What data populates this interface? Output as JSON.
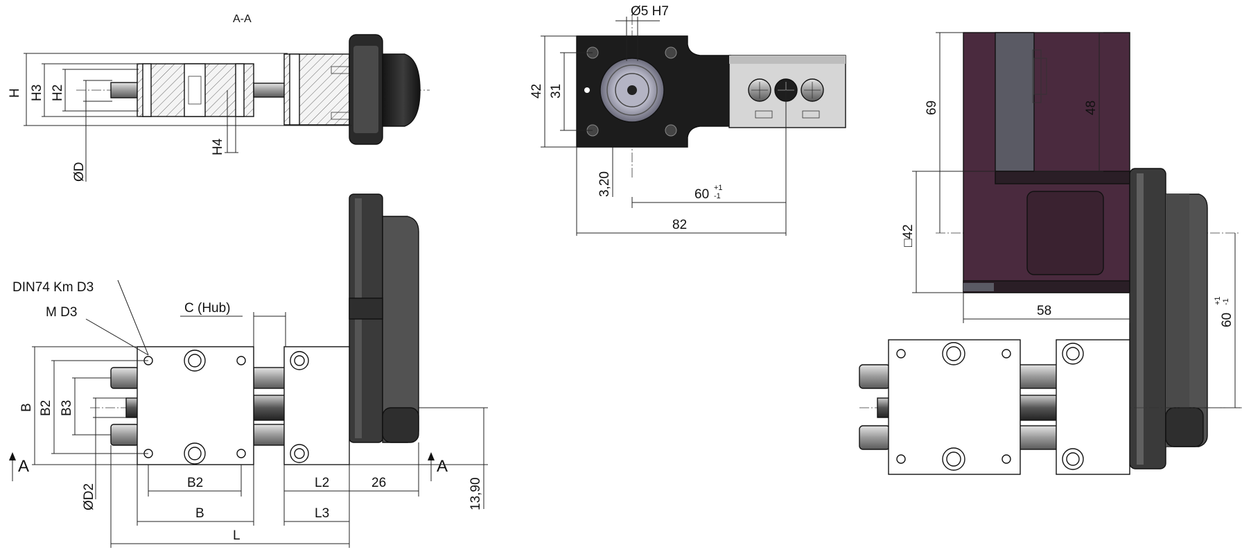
{
  "section": {
    "title": "A-A",
    "cut_marker": "A"
  },
  "section_view": {
    "labels": {
      "H": "H",
      "H3": "H3",
      "H2": "H2",
      "H4": "H4",
      "D": "ØD"
    }
  },
  "top_view": {
    "labels": {
      "bore": "Ø5 H7",
      "h42": "42",
      "h31": "31",
      "offset": "3,20",
      "stroke": "60",
      "tol_plus": "+1",
      "tol_minus": "-1",
      "width82": "82"
    }
  },
  "side_view": {
    "labels": {
      "h69": "69",
      "h48": "48",
      "sq42": "□42",
      "w58": "58",
      "v60": "60"
    }
  },
  "front_view": {
    "labels": {
      "din": "DIN74 Km D3",
      "md3": "M D3",
      "hub": "C (Hub)",
      "B": "B",
      "B2": "B2",
      "B3": "B3",
      "D2": "ØD2",
      "B2_bottom": "B2",
      "B_bottom": "B",
      "L": "L",
      "L2": "L2",
      "L3": "L3",
      "d26": "26",
      "d1390": "13,90"
    }
  },
  "colors": {
    "motor_body": "#4a2a3e",
    "motor_flange": "#3a3a3a",
    "gear_cover": "#525252",
    "plate": "#1e1e1e",
    "carriage": "#ffffff",
    "hatch": "#666666"
  }
}
